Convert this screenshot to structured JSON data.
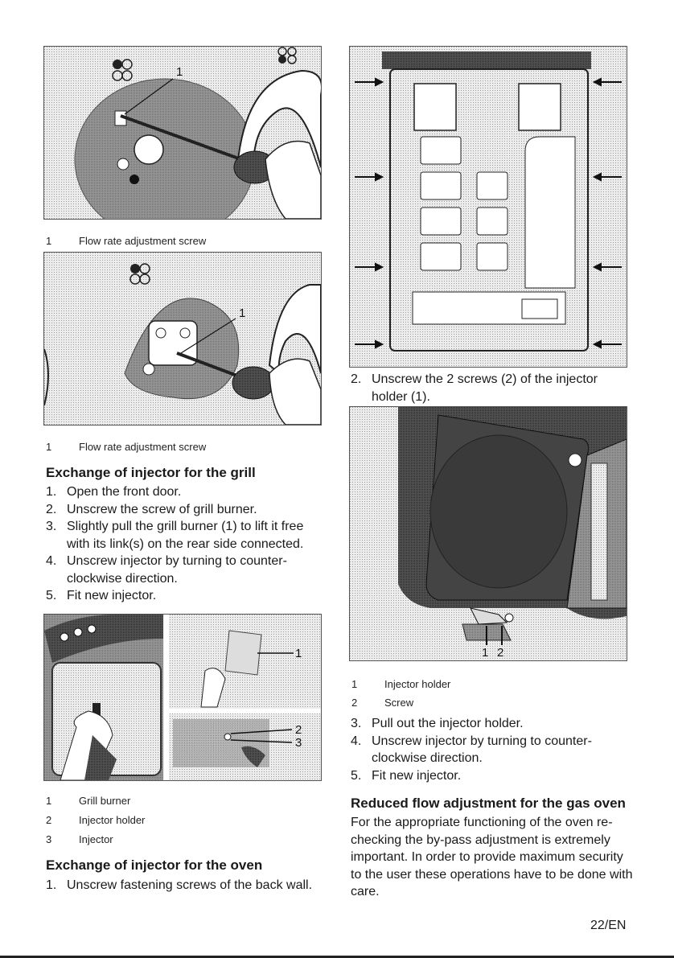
{
  "fig1": {
    "callout": "1",
    "caption_num": "1",
    "caption": "Flow rate adjustment screw"
  },
  "fig2": {
    "callout": "1",
    "caption_num": "1",
    "caption": "Flow rate adjustment screw"
  },
  "grill": {
    "heading": "Exchange of injector for the grill",
    "steps": [
      {
        "num": "1.",
        "text": "Open the front door."
      },
      {
        "num": "2.",
        "text": "Unscrew the screw of grill burner."
      },
      {
        "num": "3.",
        "text": "Slightly pull the grill burner (1) to lift it free with its link(s) on the rear side connected."
      },
      {
        "num": "4.",
        "text": "Unscrew injector by turning to counter-clockwise direction."
      },
      {
        "num": "5.",
        "text": "Fit new injector."
      }
    ],
    "callouts": [
      "1",
      "2",
      "3"
    ],
    "legend": [
      {
        "num": "1",
        "text": "Grill burner"
      },
      {
        "num": "2",
        "text": "Injector holder"
      },
      {
        "num": "3",
        "text": "Injector"
      }
    ]
  },
  "oven": {
    "heading": "Exchange of injector for the oven",
    "steps": [
      {
        "num": "1.",
        "text": "Unscrew fastening screws of the back wall."
      },
      {
        "num": "2.",
        "text": "Unscrew the 2 screws (2) of the injector holder (1)."
      }
    ],
    "callouts": [
      "1",
      "2"
    ],
    "legend": [
      {
        "num": "1",
        "text": "Injector holder"
      },
      {
        "num": "2",
        "text": "Screw"
      }
    ],
    "steps_after": [
      {
        "num": "3.",
        "text": "Pull out the injector holder."
      },
      {
        "num": "4.",
        "text": "Unscrew injector by turning to counter-clockwise direction."
      },
      {
        "num": "5.",
        "text": "Fit new injector."
      }
    ]
  },
  "reduced": {
    "heading": "Reduced flow adjustment for the gas oven",
    "body": "For the appropriate functioning of the oven re-checking the by-pass adjustment is extremely important. In order to provide maximum security to the user these operations have to be done with care."
  },
  "page_number": "22/EN"
}
